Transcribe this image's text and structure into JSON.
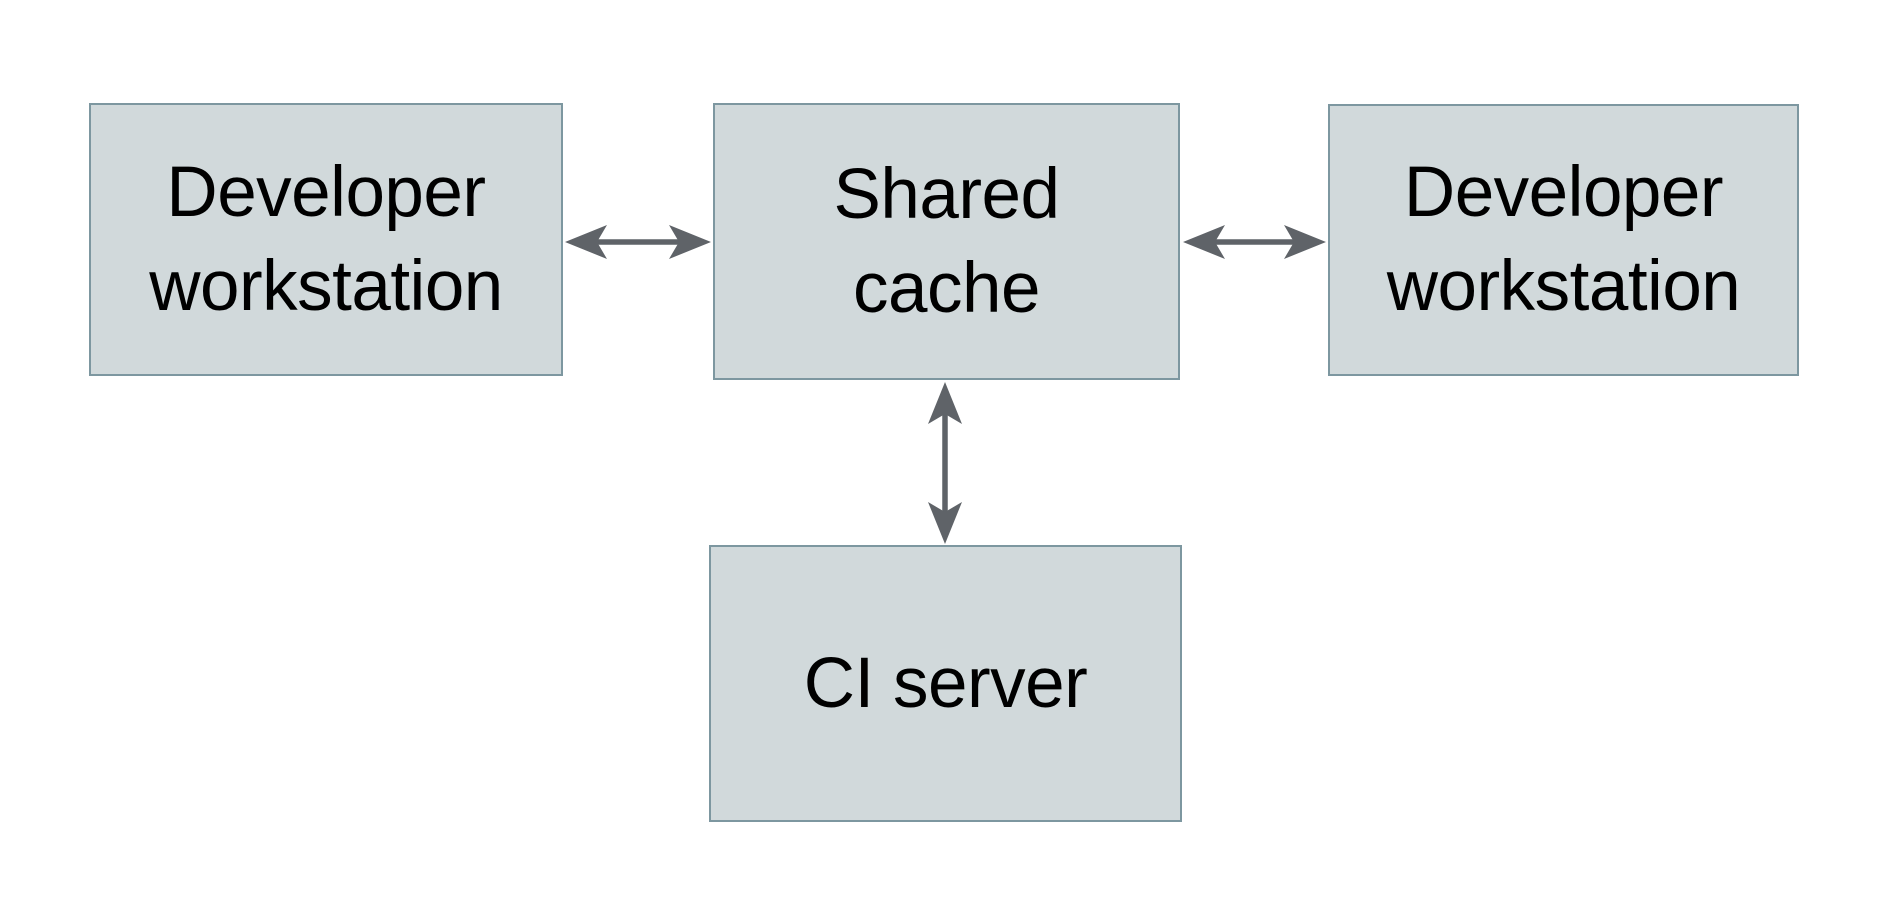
{
  "theme": {
    "bg": "#ffffff",
    "box-fill": "#d1d9db",
    "box-border": "#7d97a0",
    "arrow": "#5f6368",
    "text": "#000000"
  },
  "diagram": {
    "nodes": [
      {
        "id": "developer-workstation-left",
        "label": "Developer\nworkstation"
      },
      {
        "id": "shared-cache",
        "label": "Shared\ncache"
      },
      {
        "id": "developer-workstation-right",
        "label": "Developer\nworkstation"
      },
      {
        "id": "ci-server",
        "label": "CI server"
      }
    ],
    "edges": [
      {
        "from": "developer-workstation-left",
        "to": "shared-cache",
        "direction": "bidirectional"
      },
      {
        "from": "shared-cache",
        "to": "developer-workstation-right",
        "direction": "bidirectional"
      },
      {
        "from": "shared-cache",
        "to": "ci-server",
        "direction": "bidirectional"
      }
    ]
  }
}
